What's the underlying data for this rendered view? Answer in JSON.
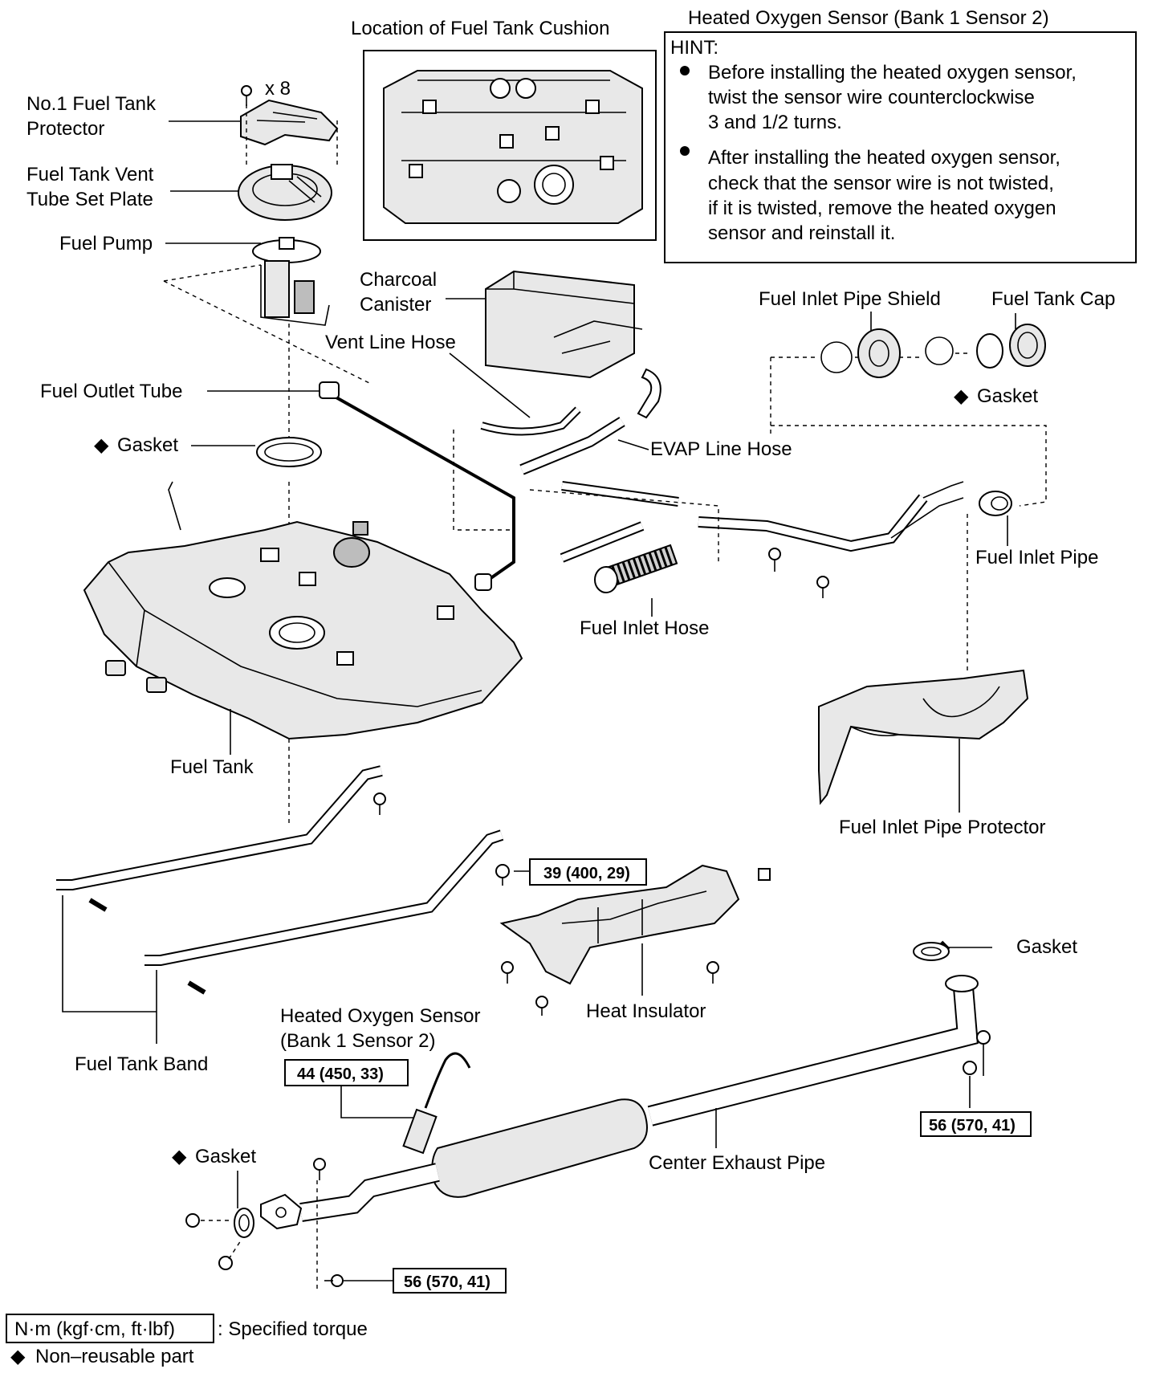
{
  "labels": {
    "location_cushion": "Location of Fuel Tank Cushion",
    "o2_header": "Heated Oxygen Sensor (Bank 1 Sensor 2)",
    "hint_title": "HINT:",
    "hint1_l1": "Before installing the heated oxygen sensor,",
    "hint1_l2": "twist the sensor wire counterclockwise",
    "hint1_l3": "3 and 1/2 turns.",
    "hint2_l1": "After installing the heated oxygen sensor,",
    "hint2_l2": "check that the sensor wire is not twisted,",
    "hint2_l3": "if it is twisted, remove the heated oxygen",
    "hint2_l4": "sensor and reinstall it.",
    "no1_protector_l1": "No.1 Fuel Tank",
    "no1_protector_l2": "Protector",
    "x8": "x 8",
    "vent_plate_l1": "Fuel Tank Vent",
    "vent_plate_l2": "Tube Set Plate",
    "fuel_pump": "Fuel Pump",
    "charcoal_l1": "Charcoal",
    "charcoal_l2": "Canister",
    "vent_line_hose": "Vent Line Hose",
    "fuel_outlet_tube": "Fuel Outlet Tube",
    "gasket": "Gasket",
    "evap_line_hose": "EVAP Line Hose",
    "inlet_pipe_shield": "Fuel Inlet Pipe Shield",
    "fuel_tank_cap": "Fuel Tank Cap",
    "fuel_inlet_pipe": "Fuel Inlet Pipe",
    "fuel_inlet_hose": "Fuel Inlet Hose",
    "fuel_tank": "Fuel Tank",
    "inlet_pipe_protector": "Fuel Inlet Pipe Protector",
    "heat_insulator": "Heat Insulator",
    "o2_sensor_l1": "Heated Oxygen Sensor",
    "o2_sensor_l2": "(Bank 1 Sensor 2)",
    "fuel_tank_band": "Fuel Tank Band",
    "center_exhaust_pipe": "Center Exhaust Pipe",
    "legend_torque_box": "N·m (kgf·cm, ft·lbf)",
    "legend_torque_text": ": Specified torque",
    "legend_nonreusable": "Non–reusable part",
    "diamond": "◆"
  },
  "torques": {
    "insulator_bolt": "39 (400, 29)",
    "o2_sensor": "44 (450, 33)",
    "exhaust_rear": "56 (570, 41)",
    "exhaust_front": "56 (570, 41)"
  },
  "colors": {
    "ink": "#000000",
    "paper": "#ffffff"
  }
}
